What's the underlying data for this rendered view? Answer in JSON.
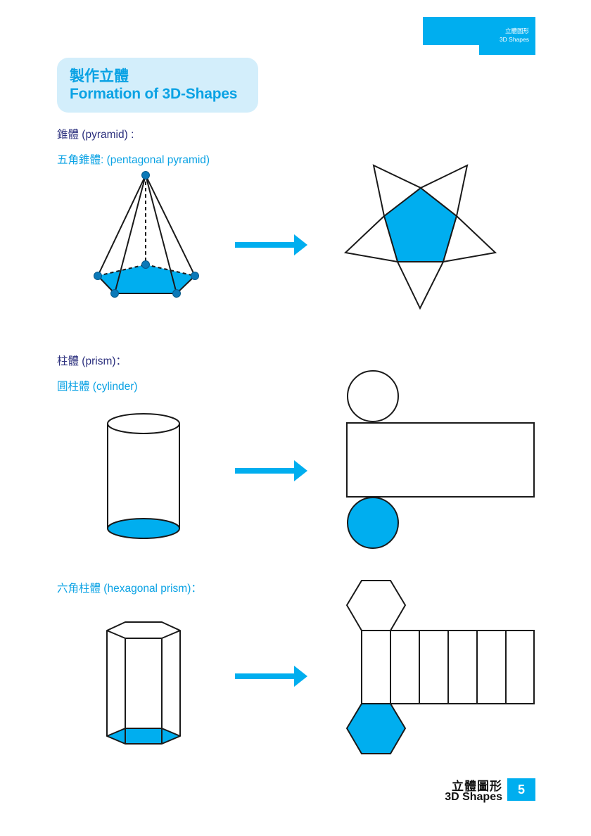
{
  "header_tab": {
    "title_zh": "立體圖形",
    "title_en": "3D Shapes"
  },
  "title": {
    "zh": "製作立體",
    "en": "Formation of 3D-Shapes"
  },
  "sections": {
    "pyramid": {
      "heading": "錐體 (pyramid) :",
      "subheading": "五角錐體: (pentagonal pyramid)"
    },
    "prism": {
      "heading": "柱體 (prism)：",
      "cylinder_label": "圓柱體 (cylinder)",
      "hex_label": "六角柱體 (hexagonal prism)："
    }
  },
  "footer": {
    "title_zh": "立體圖形",
    "title_en": "3D Shapes",
    "page_number": "5"
  },
  "colors": {
    "accent": "#00aeef",
    "title_bg": "#d3eefb",
    "heading_dark": "#2b2f7d",
    "vertex": "#0b79b8",
    "stroke": "#1a1a1a"
  },
  "icons": {
    "arrow": "arrow-right-icon"
  }
}
